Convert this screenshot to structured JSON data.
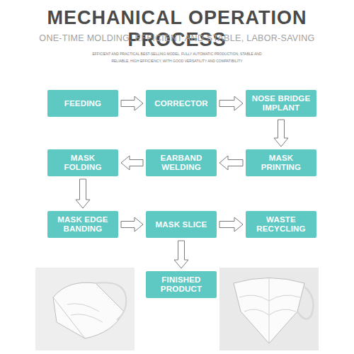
{
  "diagram": {
    "title": "MECHANICAL OPERATION PROCESS",
    "nodes": [
      {
        "text": [
          "FEEDING"
        ]
      },
      {
        "text": [
          "CORRECTOR"
        ]
      },
      {
        "text": [
          "NOSE BRIDGE IMPLANT"
        ]
      },
      {
        "text": [
          "MASK FOLDING"
        ]
      },
      {
        "text": [
          "EARBAND WELDING"
        ]
      },
      {
        "text": [
          "MASK PRINTING"
        ]
      },
      {
        "text": [
          "MASK EDGE BANDING"
        ]
      },
      {
        "text": [
          "MASK SLICE"
        ]
      },
      {
        "text": [
          "WASTE RECYCLING"
        ]
      },
      {
        "text": [
          "FINISHED PRODUCT"
        ]
      }
    ],
    "edges": [
      {
        "from": 0,
        "to": 1,
        "arrow": "to"
      },
      {
        "from": 1,
        "to": 2,
        "arrow": "to"
      },
      {
        "from": 2,
        "to": 5,
        "arrow": "to"
      },
      {
        "from": 5,
        "to": 4,
        "arrow": "to"
      },
      {
        "from": 4,
        "to": 3,
        "arrow": "to"
      },
      {
        "from": 3,
        "to": 6,
        "arrow": "to"
      },
      {
        "from": 6,
        "to": 7,
        "arrow": "to"
      },
      {
        "from": 7,
        "to": 8,
        "arrow": "to"
      },
      {
        "from": 7,
        "to": 9,
        "arrow": "to"
      }
    ],
    "labels": [
      "ONE-TIME MOLDING, EFFICIENT AND STABLE, LABOR-SAVING",
      "EFFICIENT AND PRACTICAL BEST-SELLING MODEL, FULLY AUTOMATIC PRODUCTION, STABLE AND RELIABLE, HIGH EFFICIENCY, WITH GOOD VERSATILITY AND COMPATIBILITY"
    ]
  }
}
